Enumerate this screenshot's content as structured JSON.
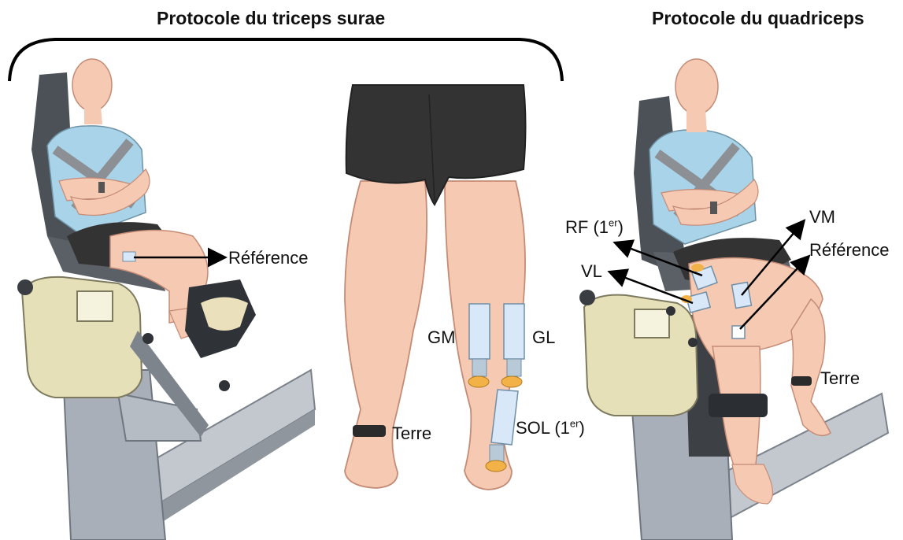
{
  "titles": {
    "triceps": "Protocole du triceps surae",
    "quadriceps": "Protocole du quadriceps"
  },
  "labels": {
    "reference_left": "Référence",
    "gm": "GM",
    "gl": "GL",
    "terre_center": "Terre",
    "sol": "SOL (1",
    "sol_sup": "er",
    "sol_close": ")",
    "rf": "RF (1",
    "rf_sup": "er",
    "rf_close": ")",
    "vl": "VL",
    "vm": "VM",
    "reference_right": "Référence",
    "terre_right": "Terre"
  },
  "colors": {
    "skin": "#f6c9b2",
    "skin_shadow": "#e9a994",
    "shirt": "#a8d3e8",
    "shorts": "#333333",
    "machine_grey": "#a9afb8",
    "machine_dark": "#6f767f",
    "dynamometer": "#e6e0b8",
    "electrode": "#d8e8f8",
    "electrode_cap": "#f2b247",
    "strap": "#8c8f94"
  }
}
